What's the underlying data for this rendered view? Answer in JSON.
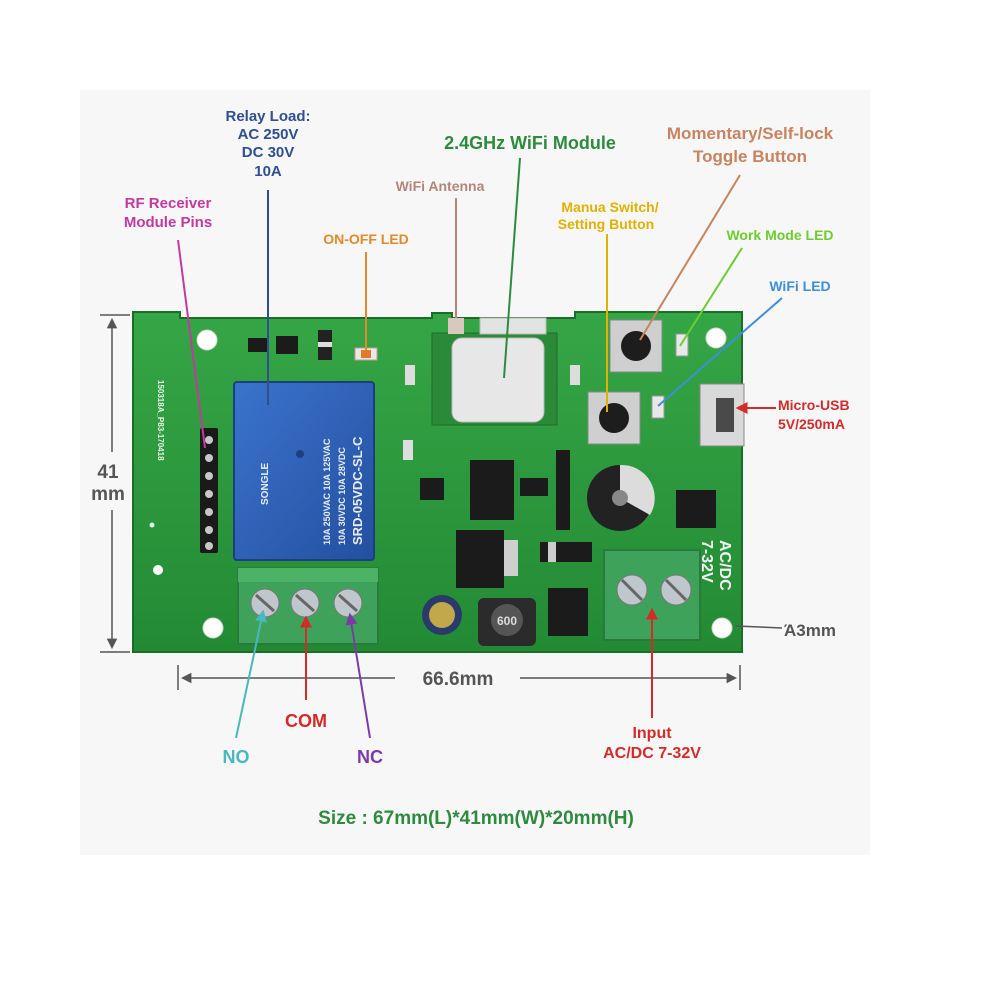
{
  "labels": {
    "relay_load": [
      "Relay Load:",
      "AC 250V",
      "DC 30V",
      "10A"
    ],
    "rf_receiver": [
      "RF Receiver",
      "Module Pins"
    ],
    "wifi_module": "2.4GHz WiFi Module",
    "wifi_antenna": "WiFi Antenna",
    "onoff_led": "ON-OFF LED",
    "toggle_button": [
      "Momentary/Self-lock",
      "Toggle Button"
    ],
    "manual_switch": [
      "Manua Switch/",
      "Setting Button"
    ],
    "work_mode_led": "Work Mode LED",
    "wifi_led": "WiFi LED",
    "micro_usb": [
      "Micro-USB",
      "5V/250mA"
    ],
    "height_dim": [
      "41",
      "mm"
    ],
    "width_dim": "66.6mm",
    "hole_dim": "Ά3mm",
    "no": "NO",
    "com": "COM",
    "nc": "NC",
    "input": [
      "Input",
      "AC/DC 7-32V"
    ],
    "size": "Size : 67mm(L)*41mm(W)*20mm(H)"
  },
  "board_print": {
    "serial": "150318A_P83-170418",
    "relay_brand": "SONGLE",
    "relay_model": "SRD-05VDC-SL-C",
    "relay_rating_1": "10A 250VAC  10A 125VAC",
    "relay_rating_2": "10A 30VDC   10A 28VDC",
    "terminal_label": [
      "AC/DC",
      "7-32V"
    ],
    "inductor": "600"
  },
  "colors": {
    "board": "#2f9a3c",
    "relay": "#2c5fb8",
    "terminal": "#3fa25a",
    "relay_load": "#2f4f8f",
    "rf_receiver": "#c23a9e",
    "wifi_module": "#2e8b3d",
    "wifi_antenna": "#b5857a",
    "onoff_led": "#e08a2a",
    "toggle_button": "#c8845f",
    "manual_switch": "#e2b100",
    "work_mode_led": "#6ccd2f",
    "wifi_led": "#3d8fd6",
    "micro_usb": "#d42a2a",
    "no": "#49b8c0",
    "com": "#d42a2a",
    "nc": "#7b3aa8",
    "input": "#d42a2a",
    "size": "#2e8b3d",
    "dim": "#555555"
  }
}
